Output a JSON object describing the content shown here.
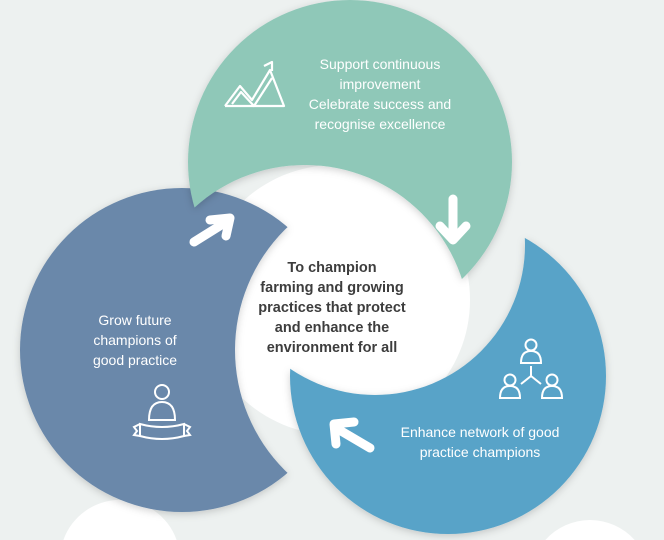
{
  "center_text": [
    "To champion",
    "farming and growing",
    "practices that protect",
    "and enhance the",
    "environment for all"
  ],
  "segments": {
    "top": {
      "lines": [
        "Support continuous",
        "improvement",
        "Celebrate success and",
        "recognise excellence"
      ],
      "icon": "rising-chart-icon",
      "arrow": "arrow-down-icon",
      "color": "#8fc8b8"
    },
    "left": {
      "lines": [
        "Grow future",
        "champions of",
        "good practice"
      ],
      "icon": "person-banner-icon",
      "arrow": "arrow-up-right-icon",
      "color": "#6a88aa"
    },
    "right": {
      "lines": [
        "Enhance network of good",
        "practice champions"
      ],
      "icon": "network-people-icon",
      "arrow": "arrow-up-left-icon",
      "color": "#58a3c8"
    }
  }
}
